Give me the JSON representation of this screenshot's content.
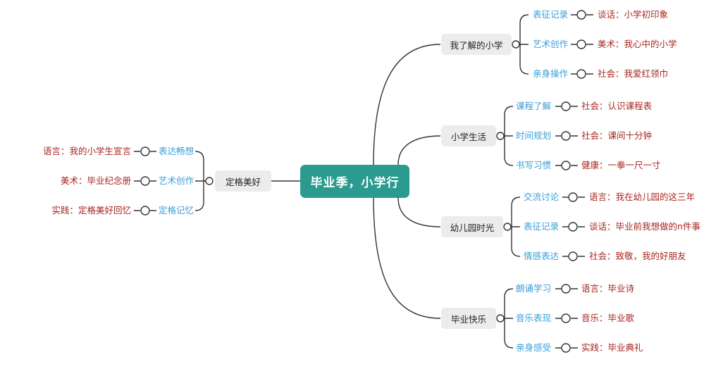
{
  "central": "毕业季，小学行",
  "left_branch": {
    "label": "定格美好",
    "items": [
      {
        "sub": "表达畅想",
        "detail": "语言：我的小学生宣言"
      },
      {
        "sub": "艺术创作",
        "detail": "美术：毕业纪念册"
      },
      {
        "sub": "定格记忆",
        "detail": "实践：定格美好回忆"
      }
    ]
  },
  "right_branches": [
    {
      "label": "我了解的小学",
      "items": [
        {
          "sub": "表征记录",
          "detail": "谈话：小学初印象"
        },
        {
          "sub": "艺术创作",
          "detail": "美术：我心中的小学"
        },
        {
          "sub": "亲身操作",
          "detail": "社会：我爱红领巾"
        }
      ]
    },
    {
      "label": "小学生活",
      "items": [
        {
          "sub": "课程了解",
          "detail": "社会：认识课程表"
        },
        {
          "sub": "时间规划",
          "detail": "社会：课间十分钟"
        },
        {
          "sub": "书写习惯",
          "detail": "健康：一拳一尺一寸"
        }
      ]
    },
    {
      "label": "幼儿园时光",
      "items": [
        {
          "sub": "交流讨论",
          "detail": "语言：我在幼儿园的这三年"
        },
        {
          "sub": "表征记录",
          "detail": "谈话：毕业前我想做的n件事"
        },
        {
          "sub": "情感表达",
          "detail": "社会：致敬，我的好朋友"
        }
      ]
    },
    {
      "label": "毕业快乐",
      "items": [
        {
          "sub": "朗诵学习",
          "detail": "语言：毕业诗"
        },
        {
          "sub": "音乐表现",
          "detail": "音乐：毕业歌"
        },
        {
          "sub": "亲身感受",
          "detail": "实践：毕业典礼"
        }
      ]
    }
  ],
  "colors": {
    "central_bg": "#2a9b8e",
    "sub_text": "#3a9fd8",
    "detail_text": "#a8261f",
    "topic_bg": "#ececec",
    "line": "#333333"
  }
}
